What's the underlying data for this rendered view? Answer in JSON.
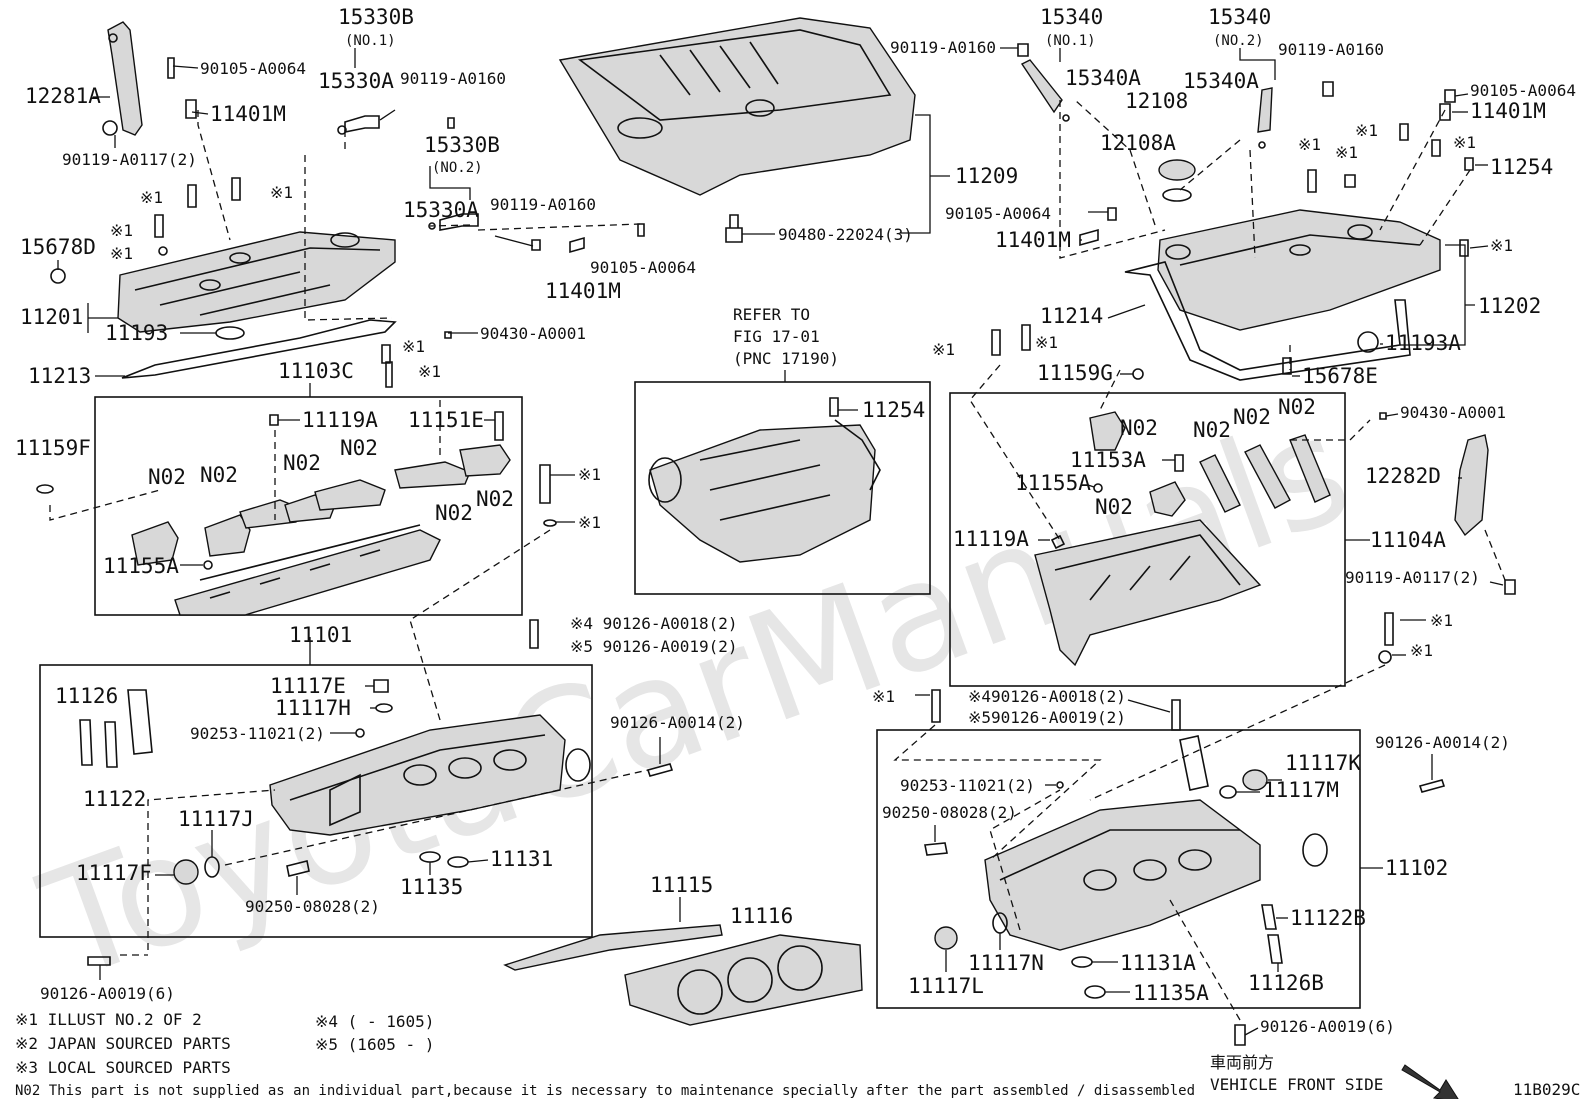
{
  "watermark": "ToyotaCarManuals",
  "groups": {
    "left_cam_housing": "11103C",
    "left_head": "11101",
    "right_cam_housing": "11104A",
    "right_head": "11102",
    "cover_left": "11201",
    "cover_right": "11202",
    "engine_cover": "11209"
  },
  "refer": {
    "line1": "REFER TO",
    "line2": "FIG 17-01",
    "line3": "(PNC 17190)"
  },
  "labels": {
    "l_12281A": "12281A",
    "l_90105_a": "90105-A0064",
    "l_11401M_a": "11401M",
    "l_90119_0117_a": "90119-A0117(2)",
    "l_x1_a": "※1",
    "l_x1_b": "※1",
    "l_x1_c": "※1",
    "l_x1_d": "※1",
    "l_15678D": "15678D",
    "l_11201": "11201",
    "l_11193": "11193",
    "l_11213": "11213",
    "l_15330B_1": "15330B",
    "l_no1_a": "(NO.1)",
    "l_15330A_a": "15330A",
    "l_90119_0160_a": "90119-A0160",
    "l_15330B_2": "15330B",
    "l_no2_a": "(NO.2)",
    "l_15330A_b": "15330A",
    "l_90119_0160_b": "90119-A0160",
    "l_90105_b": "90105-A0064",
    "l_11401M_b": "11401M",
    "l_90430_a": "90430-A0001",
    "l_x1_e": "※1",
    "l_x1_f": "※1",
    "l_11103C": "11103C",
    "l_11119A_a": "11119A",
    "l_11151E": "11151E",
    "l_11159F": "11159F",
    "l_n02_1": "N02",
    "l_n02_2": "N02",
    "l_n02_3": "N02",
    "l_n02_4": "N02",
    "l_n02_5": "N02",
    "l_n02_6": "N02",
    "l_11155A_a": "11155A",
    "l_x1_g": "※1",
    "l_x1_h": "※1",
    "l_x4_a": "※4 90126-A0018(2)",
    "l_x5_a": "※5 90126-A0019(2)",
    "l_11101": "11101",
    "l_11126": "11126",
    "l_11122": "11122",
    "l_11117E": "11117E",
    "l_11117H": "11117H",
    "l_90253_a": "90253-11021(2)",
    "l_11117J": "11117J",
    "l_11117F": "11117F",
    "l_90250_a": "90250-08028(2)",
    "l_11135": "11135",
    "l_11131": "11131",
    "l_90126_0014_a": "90126-A0014(2)",
    "l_90126_0019_a": "90126-A0019(6)",
    "l_11209": "11209",
    "l_90480": "90480-22024(3)",
    "l_11254_a": "11254",
    "l_11115": "11115",
    "l_11116": "11116",
    "l_15340_1": "15340",
    "l_no1_b": "(NO.1)",
    "l_15340A_a": "15340A",
    "l_90119_0160_c": "90119-A0160",
    "l_15340_2": "15340",
    "l_no2_b": "(NO.2)",
    "l_15340A_b": "15340A",
    "l_90119_0160_d": "90119-A0160",
    "l_12108": "12108",
    "l_12108A": "12108A",
    "l_90105_c": "90105-A0064",
    "l_11401M_c": "11401M",
    "l_90105_d": "90105-A0064",
    "l_11401M_d": "11401M",
    "l_x1_i": "※1",
    "l_x1_j": "※1",
    "l_x1_k": "※1",
    "l_x1_l": "※1",
    "l_11254_b": "11254",
    "l_11214": "11214",
    "l_11202": "11202",
    "l_11193A": "11193A",
    "l_15678E": "15678E",
    "l_x1_m": "※1",
    "l_x1_n": "※1",
    "l_x1_o": "※1",
    "l_11159G": "11159G",
    "l_90430_b": "90430-A0001",
    "l_n02_7": "N02",
    "l_n02_8": "N02",
    "l_n02_9": "N02",
    "l_n02_10": "N02",
    "l_n02_11": "N02",
    "l_11153A": "11153A",
    "l_11155A_b": "11155A",
    "l_11119A_b": "11119A",
    "l_11104A": "11104A",
    "l_12282D": "12282D",
    "l_90119_0117_b": "90119-A0117(2)",
    "l_x1_p": "※1",
    "l_x1_q": "※1",
    "l_x1_r": "※1",
    "l_x4_b": "※490126-A0018(2)",
    "l_x5_b": "※590126-A0019(2)",
    "l_90126_0014_b": "90126-A0014(2)",
    "l_90253_b": "90253-11021(2)",
    "l_90250_b": "90250-08028(2)",
    "l_11117K": "11117K",
    "l_11117M": "11117M",
    "l_11102": "11102",
    "l_11122B": "11122B",
    "l_11126B": "11126B",
    "l_11117L": "11117L",
    "l_11117N": "11117N",
    "l_11131A": "11131A",
    "l_11135A": "11135A",
    "l_90126_0019_b": "90126-A0019(6)"
  },
  "notes": {
    "n1": "※1  ILLUST NO.2 OF 2",
    "n2": "※2  JAPAN SOURCED PARTS",
    "n3": "※3  LOCAL SOURCED PARTS",
    "n4": "※4 (       - 1605)",
    "n5": "※5 (1605  -       )",
    "n02": "N02 This part is not supplied as an individual part,because it is necessary to maintenance specially after the part assembled / disassembled"
  },
  "direction": {
    "jp": "車両前方",
    "en": "VEHICLE FRONT SIDE"
  },
  "figure_code": "11B029C"
}
